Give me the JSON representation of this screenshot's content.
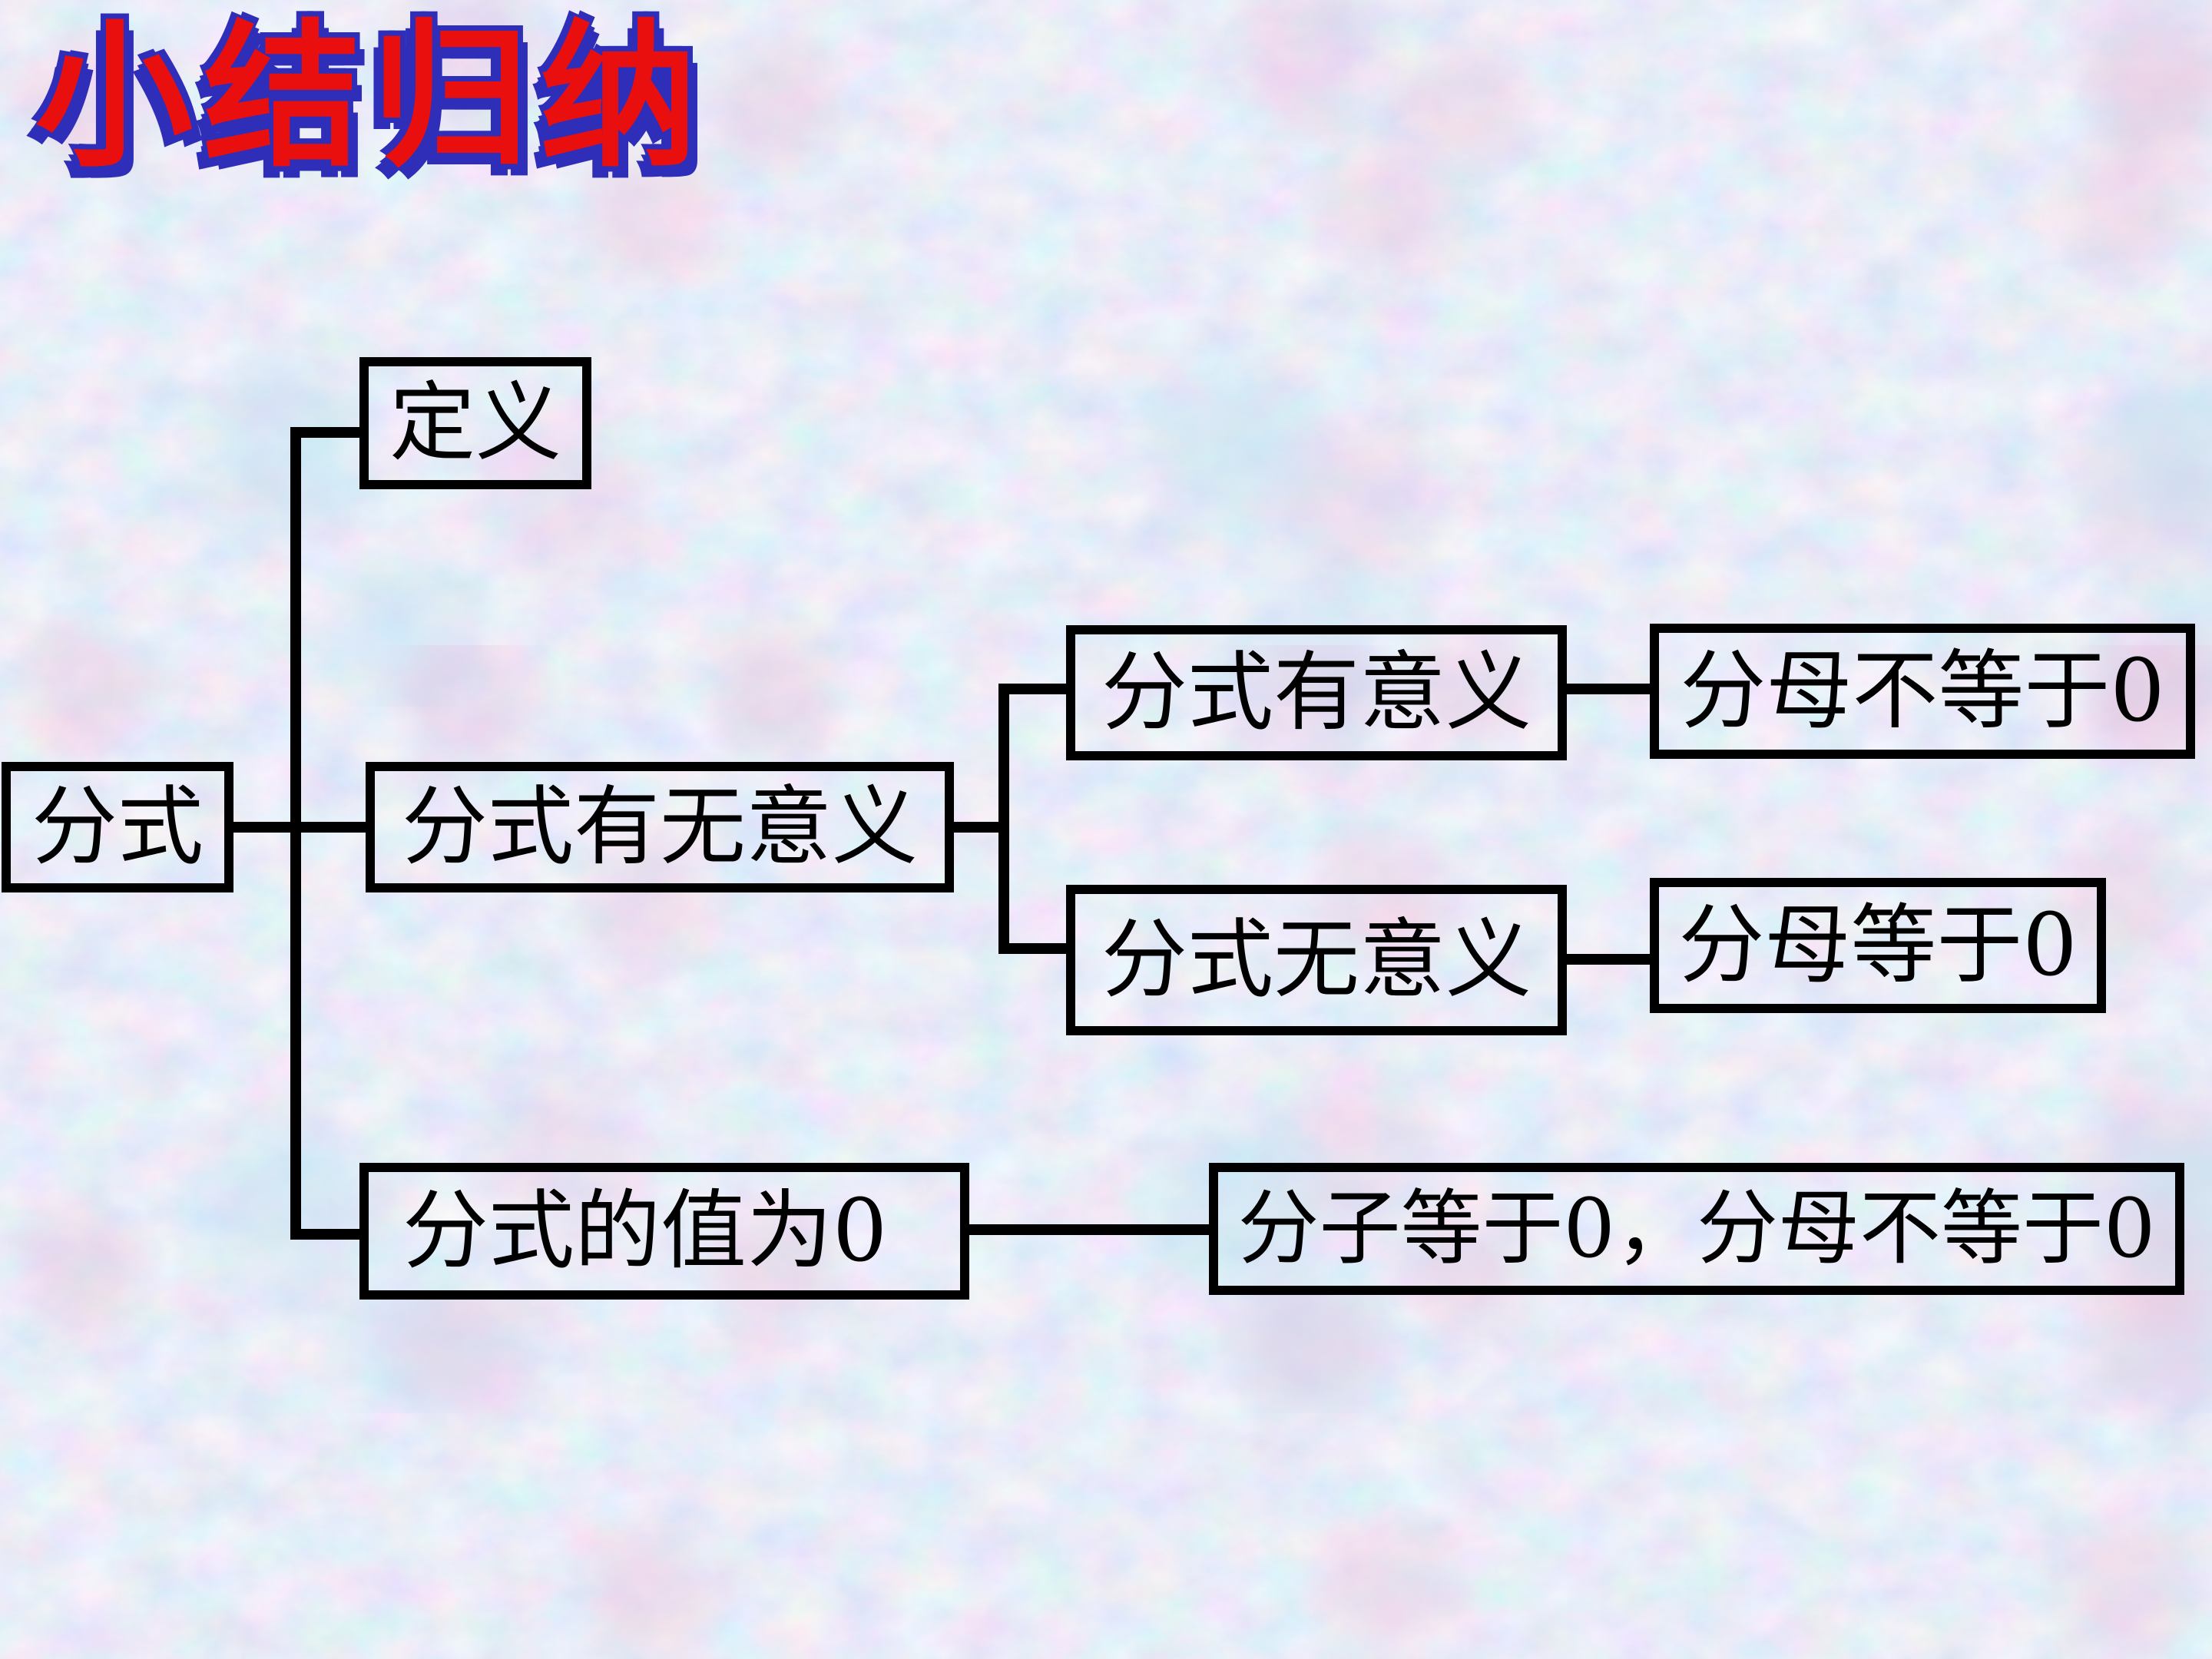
{
  "slide": {
    "title": {
      "text": "小结归纳",
      "color": "#ea0f0f",
      "shadow_color": "#2e2eb8"
    },
    "background": {
      "base_color": "#c6d6ec",
      "patch_colors": [
        "#cfe3f2",
        "#e6c9de",
        "#d6cdea"
      ]
    },
    "diagram": {
      "line_color": "#000000",
      "text_color": "#000000",
      "root": {
        "label": "分式"
      },
      "branches": [
        {
          "label": "定义"
        },
        {
          "label": "分式有无意义",
          "children": [
            {
              "label": "分式有意义",
              "result": "分母不等于0"
            },
            {
              "label": "分式无意义",
              "result": "分母等于0"
            }
          ]
        },
        {
          "label": "分式的值为0",
          "result": "分子等于0，分母不等于0"
        }
      ]
    }
  }
}
